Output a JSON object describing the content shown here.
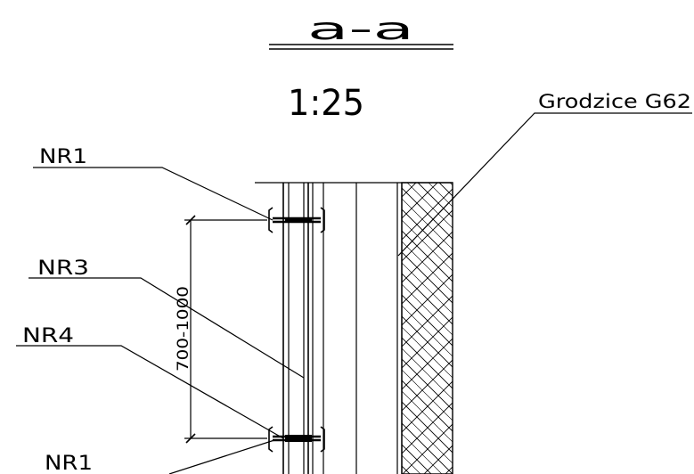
{
  "section": {
    "title": "a-a",
    "scale": "1:25"
  },
  "labels": {
    "sheet_pile": "Grodzice G62",
    "nr1_top": "NR1",
    "nr3": "NR3",
    "nr4": "NR4",
    "nr1_bottom": "NR1",
    "dimension": "700-1000"
  },
  "colors": {
    "line": "#000000",
    "background": "#ffffff"
  }
}
